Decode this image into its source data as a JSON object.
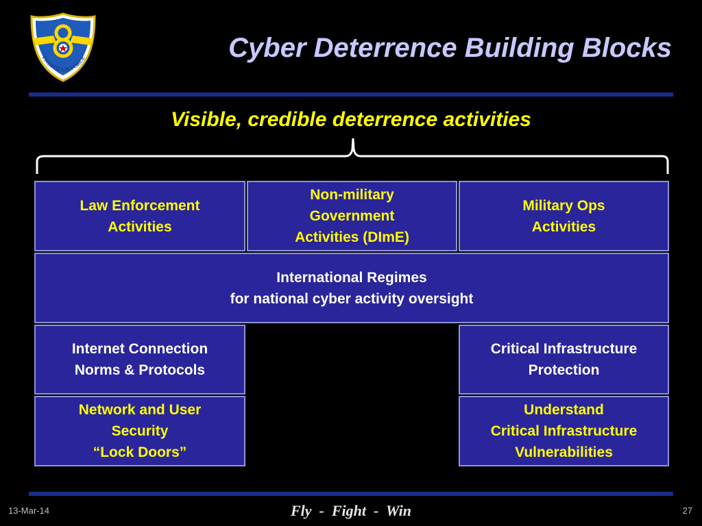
{
  "slide": {
    "title": "Cyber Deterrence Building Blocks",
    "subtitle": "Visible, credible deterrence activities",
    "emblem_text": "EIGHTH AIR FORCE",
    "footer": {
      "date": "13-Mar-14",
      "motto": "Fly  -  Fight  -  Win",
      "page_number": "27"
    }
  },
  "blocks": {
    "law_enforcement": "Law Enforcement\nActivities",
    "non_military": "Non-military\nGovernment\nActivities (DImE)",
    "military_ops": "Military Ops\nActivities",
    "international_regimes": "International Regimes\nfor national cyber activity oversight",
    "internet_connection": "Internet Connection\nNorms & Protocols",
    "critical_infrastructure_protection": "Critical Infrastructure\nProtection",
    "network_security": "Network and User\nSecurity\n“Lock Doors”",
    "understand_vulnerabilities": "Understand\nCritical Infrastructure\nVulnerabilities"
  },
  "colors": {
    "block_fill": "#2a259a",
    "block_border": "#8e94d8",
    "title_text": "#c8c8ff",
    "subtitle_text": "#ffff00",
    "rule": "#1c2c8c"
  }
}
